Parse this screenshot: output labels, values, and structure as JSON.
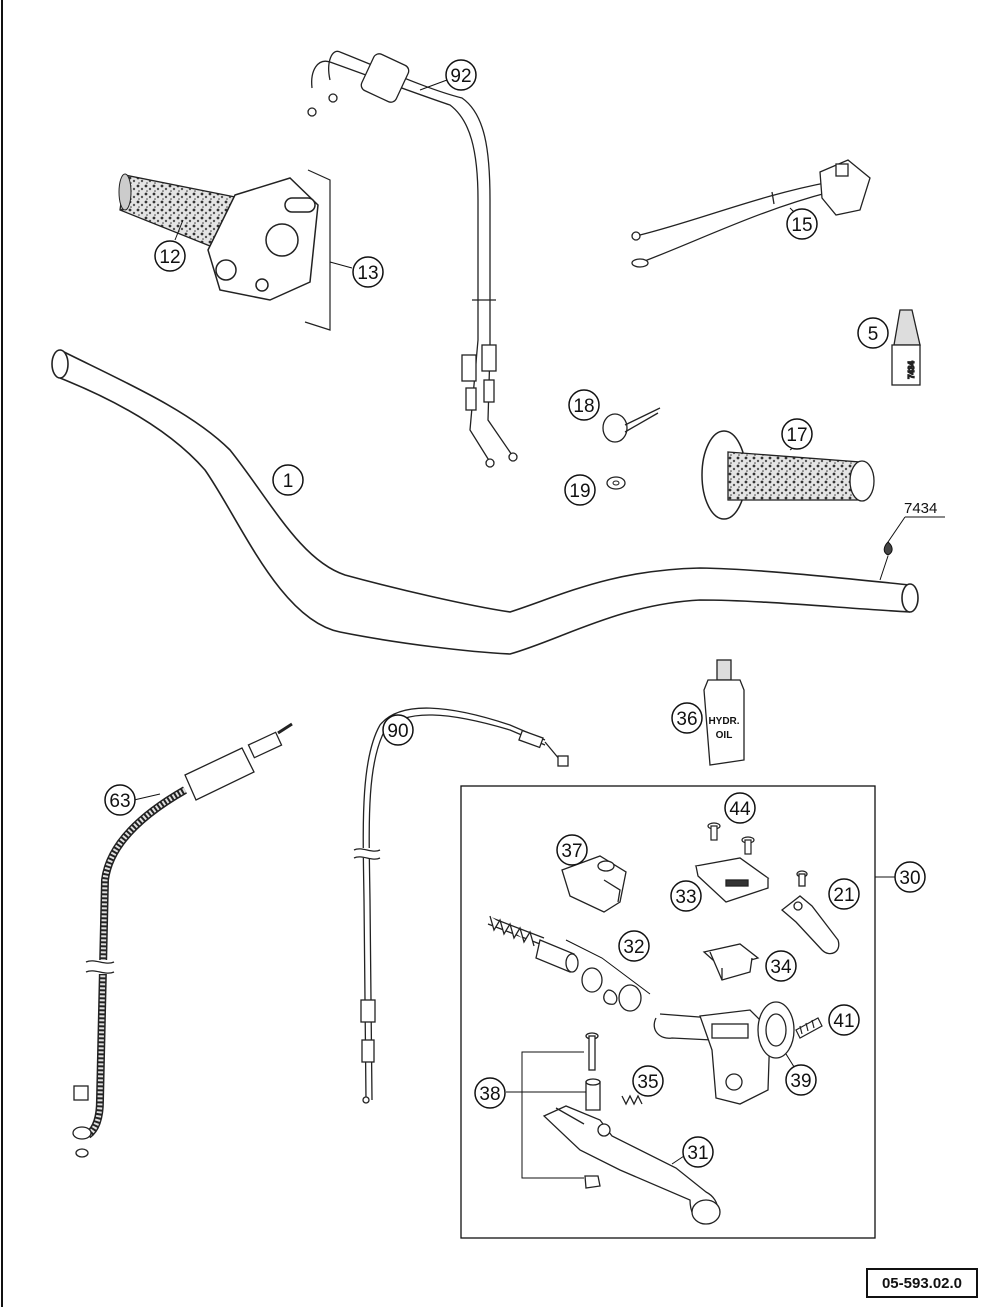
{
  "diagram": {
    "callouts": {
      "c1": "1",
      "c5": "5",
      "c12": "12",
      "c13": "13",
      "c15": "15",
      "c17": "17",
      "c18": "18",
      "c19": "19",
      "c21": "21",
      "c30": "30",
      "c31": "31",
      "c32": "32",
      "c33": "33",
      "c34": "34",
      "c35": "35",
      "c36": "36",
      "c37": "37",
      "c38": "38",
      "c39": "39",
      "c41": "41",
      "c44": "44",
      "c63": "63",
      "c90": "90",
      "c92": "92"
    },
    "labels": {
      "loctite_ref": "7434",
      "loctite_bottle_text": "7434",
      "oil_line1": "HYDR.",
      "oil_line2": "OIL"
    },
    "drawing_code": "05-593.02.0"
  }
}
